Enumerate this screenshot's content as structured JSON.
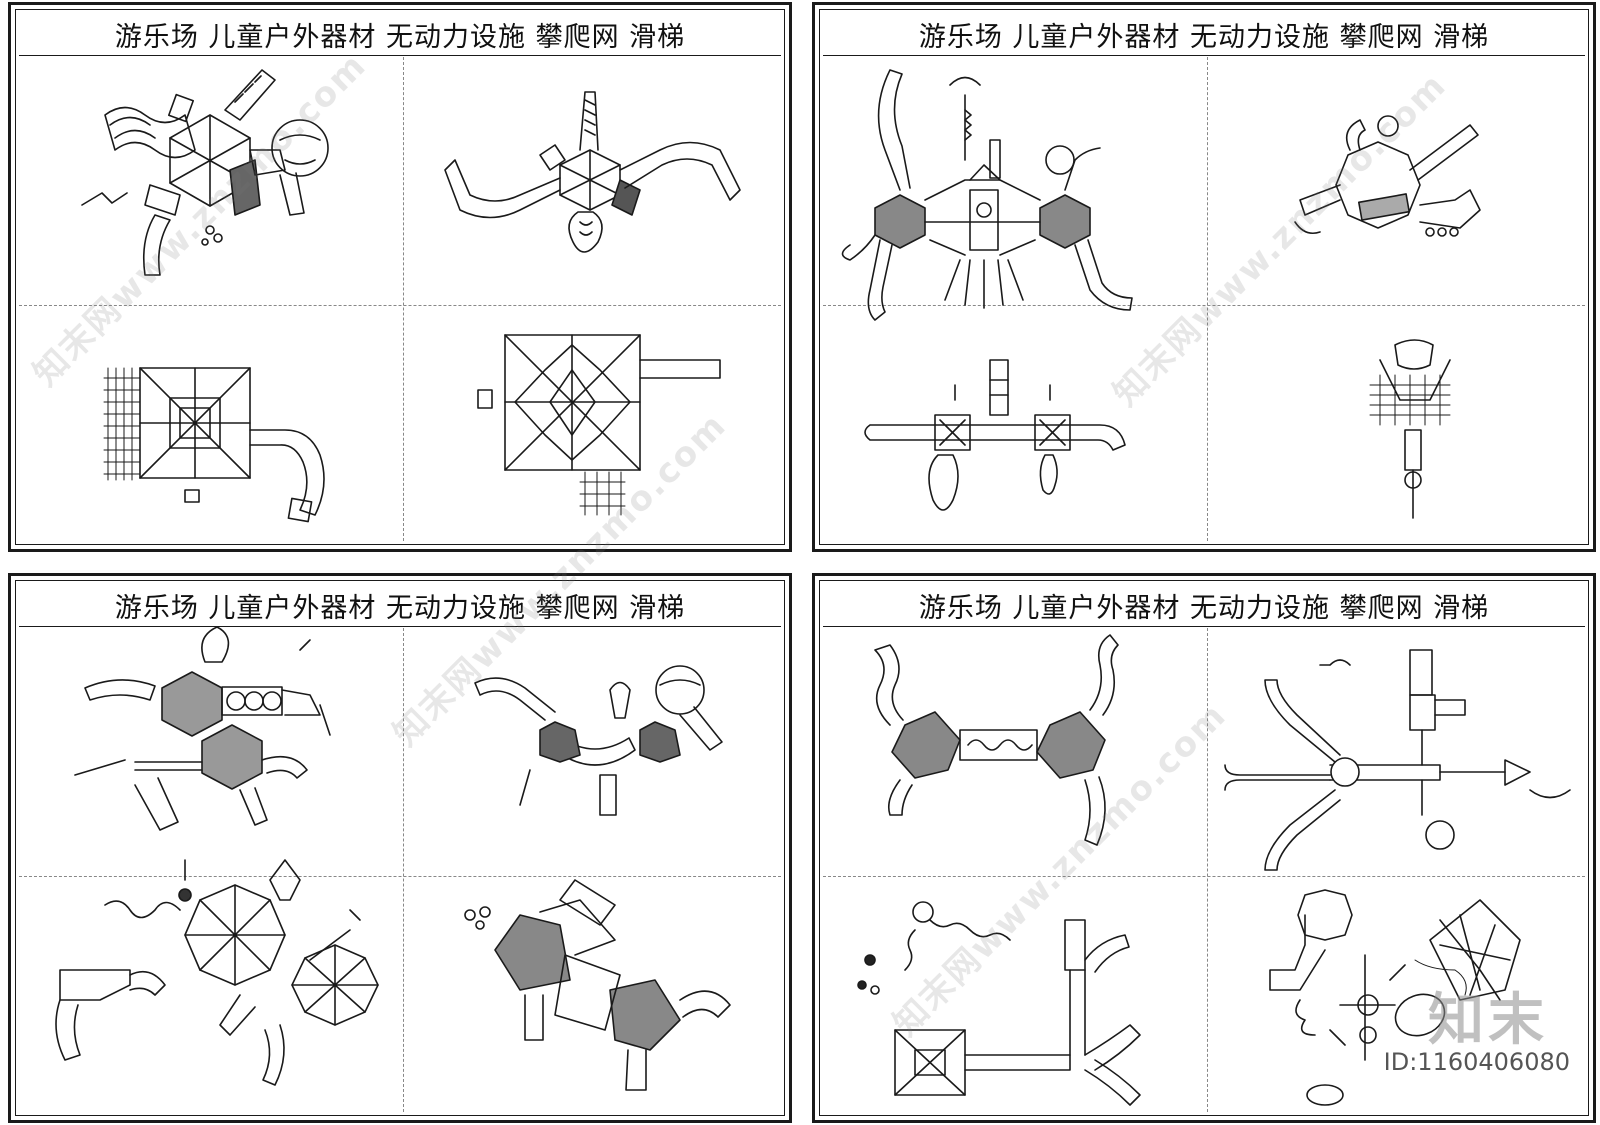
{
  "sheets": [
    {
      "title": "游乐场  儿童户外器材  无动力设施  攀爬网  滑梯"
    },
    {
      "title": "游乐场  儿童户外器材  无动力设施  攀爬网  滑梯"
    },
    {
      "title": "游乐场  儿童户外器材  无动力设施  攀爬网  滑梯"
    },
    {
      "title": "游乐场  儿童户外器材  无动力设施  攀爬网  滑梯"
    }
  ],
  "watermark": "知末网www.znzmo.com",
  "brand": "知末",
  "id_label": "ID:1160406080",
  "colors": {
    "line": "#1a1a1a",
    "fill_dark": "#555555",
    "fill_mid": "#9a9a9a"
  }
}
